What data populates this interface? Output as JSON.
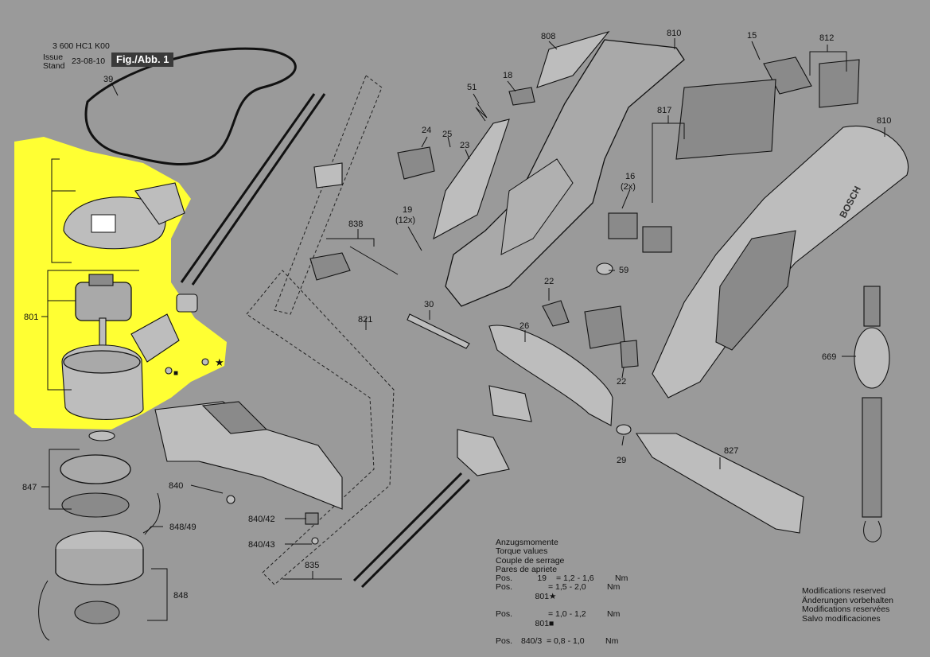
{
  "header": {
    "doc_number": "3 600 HC1 K00",
    "issue_label": "Issue",
    "stand_label": "Stand",
    "date": "23-08-10",
    "figure_label": "Fig./Abb. 1"
  },
  "highlight_color": "#ffff33",
  "part_numbers": {
    "p39": "39",
    "p801": "801",
    "p847": "847",
    "p848_49": "848/49",
    "p848": "848",
    "p840": "840",
    "p840_42": "840/42",
    "p840_43": "840/43",
    "p835": "835",
    "p821": "821",
    "p838": "838",
    "p19": "19",
    "p19_qty": "(12x)",
    "p24": "24",
    "p25": "25",
    "p23": "23",
    "p51": "51",
    "p18": "18",
    "p808": "808",
    "p810_top": "810",
    "p15": "15",
    "p812": "812",
    "p810_right": "810",
    "p817": "817",
    "p16": "16",
    "p16_qty": "(2x)",
    "p59": "59",
    "p22_upper": "22",
    "p22_lower": "22",
    "p30": "30",
    "p26": "26",
    "p29": "29",
    "p827": "827",
    "p669": "669"
  },
  "torque": {
    "titles": [
      "Anzugsmomente",
      "Torque values",
      "Couple de serrage",
      "Pares de apriete"
    ],
    "rows": [
      {
        "pos": "Pos.",
        "num": "19",
        "sym": "",
        "value": "= 1,2 - 1,6",
        "unit": "Nm"
      },
      {
        "pos": "Pos.",
        "num": "801",
        "sym": "★",
        "value": "= 1,5 - 2,0",
        "unit": "Nm"
      },
      {
        "pos": "Pos.",
        "num": "801",
        "sym": "■",
        "value": "= 1,0 - 1,2",
        "unit": "Nm"
      },
      {
        "pos": "Pos.",
        "num": "840/3",
        "sym": "",
        "value": "= 0,8 - 1,0",
        "unit": "Nm"
      }
    ]
  },
  "modifications": [
    "Modifications reserved",
    "Änderungen vorbehalten",
    "Modifications reservées",
    "Salvo modificaciones"
  ],
  "markers": {
    "star": "★",
    "square": "■"
  },
  "brand_text": "BOSCH"
}
